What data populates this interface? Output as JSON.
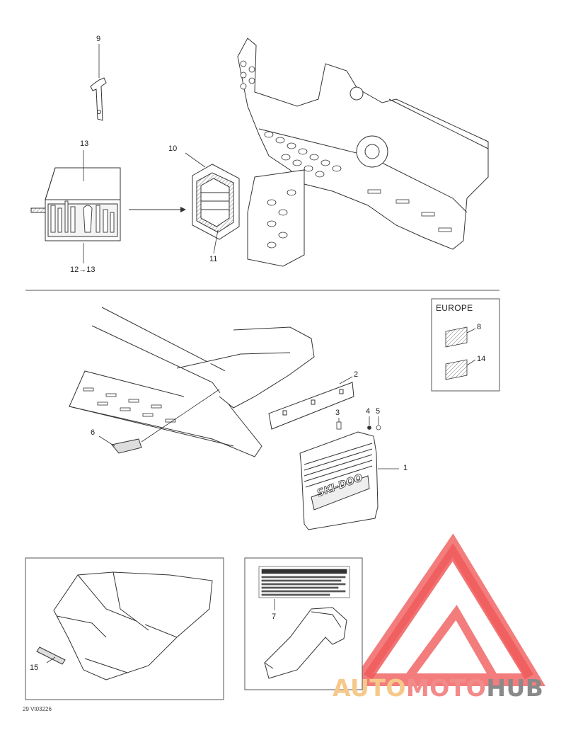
{
  "callouts": {
    "c1": "1",
    "c2": "2",
    "c3": "3",
    "c4": "4",
    "c5": "5",
    "c6": "6",
    "c7": "7",
    "c8": "8",
    "c9": "9",
    "c10": "10",
    "c11": "11",
    "c12": "12→13",
    "c13": "13",
    "c14": "14",
    "c15": "15"
  },
  "inset": {
    "europe_label": "EUROPE"
  },
  "flap_logo": "SKI-DOO",
  "footer": {
    "code": "29 Vt03226"
  },
  "watermark": {
    "part1": "AUTO",
    "part2": "MOTO",
    "part3": "HUB"
  },
  "colors": {
    "line": "#333333",
    "watermark_red": "#f05a5a",
    "watermark_orange": "#f6c98a",
    "watermark_gray": "#8a8a8a"
  }
}
